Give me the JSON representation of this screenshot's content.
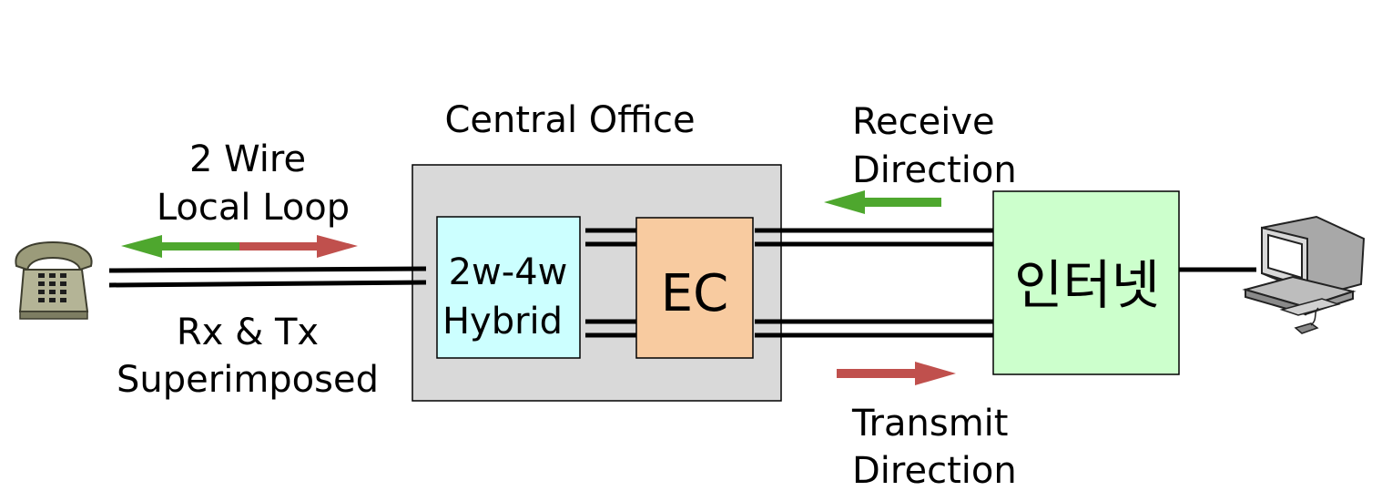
{
  "labels": {
    "central_office": "Central Office",
    "two_wire_line1": "2 Wire",
    "two_wire_line2": "Local Loop",
    "rxtx_line1": "Rx & Tx",
    "rxtx_line2": "Superimposed",
    "receive_line1": "Receive",
    "receive_line2": "Direction",
    "transmit_line1": "Transmit",
    "transmit_line2": "Direction"
  },
  "blocks": {
    "hybrid_line1": "2w-4w",
    "hybrid_line2": "Hybrid",
    "echo_canceller": "EC",
    "internet": "인터넷"
  },
  "icons": {
    "left_device": "telephone-icon",
    "right_device": "computer-icon"
  },
  "colors": {
    "central_office_fill": "#d9d9d9",
    "hybrid_fill": "#ccffff",
    "ec_fill": "#f8cba0",
    "internet_fill": "#ccffcc",
    "receive_arrow": "#4ea72e",
    "transmit_arrow": "#c0504d"
  }
}
